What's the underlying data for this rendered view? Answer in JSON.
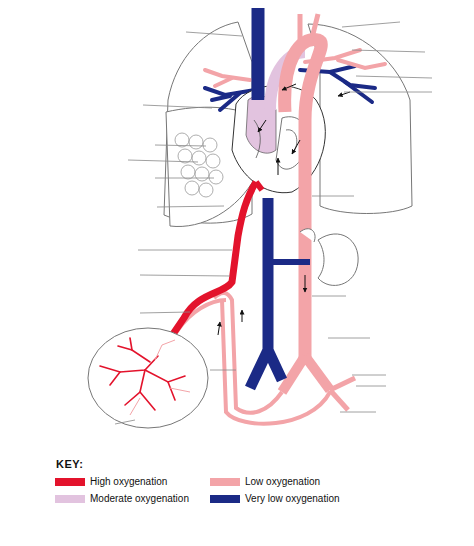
{
  "diagram": {
    "labels": [
      "KEY:"
    ],
    "legend": [
      {
        "text": "High oxygenation",
        "color": "#e3132c"
      },
      {
        "text": "Moderate oxygenation",
        "color": "#e2c3df"
      },
      {
        "text": "Low oxygenation",
        "color": "#f3a4a8"
      },
      {
        "text": "Very low oxygenation",
        "color": "#1b2a86"
      }
    ]
  }
}
